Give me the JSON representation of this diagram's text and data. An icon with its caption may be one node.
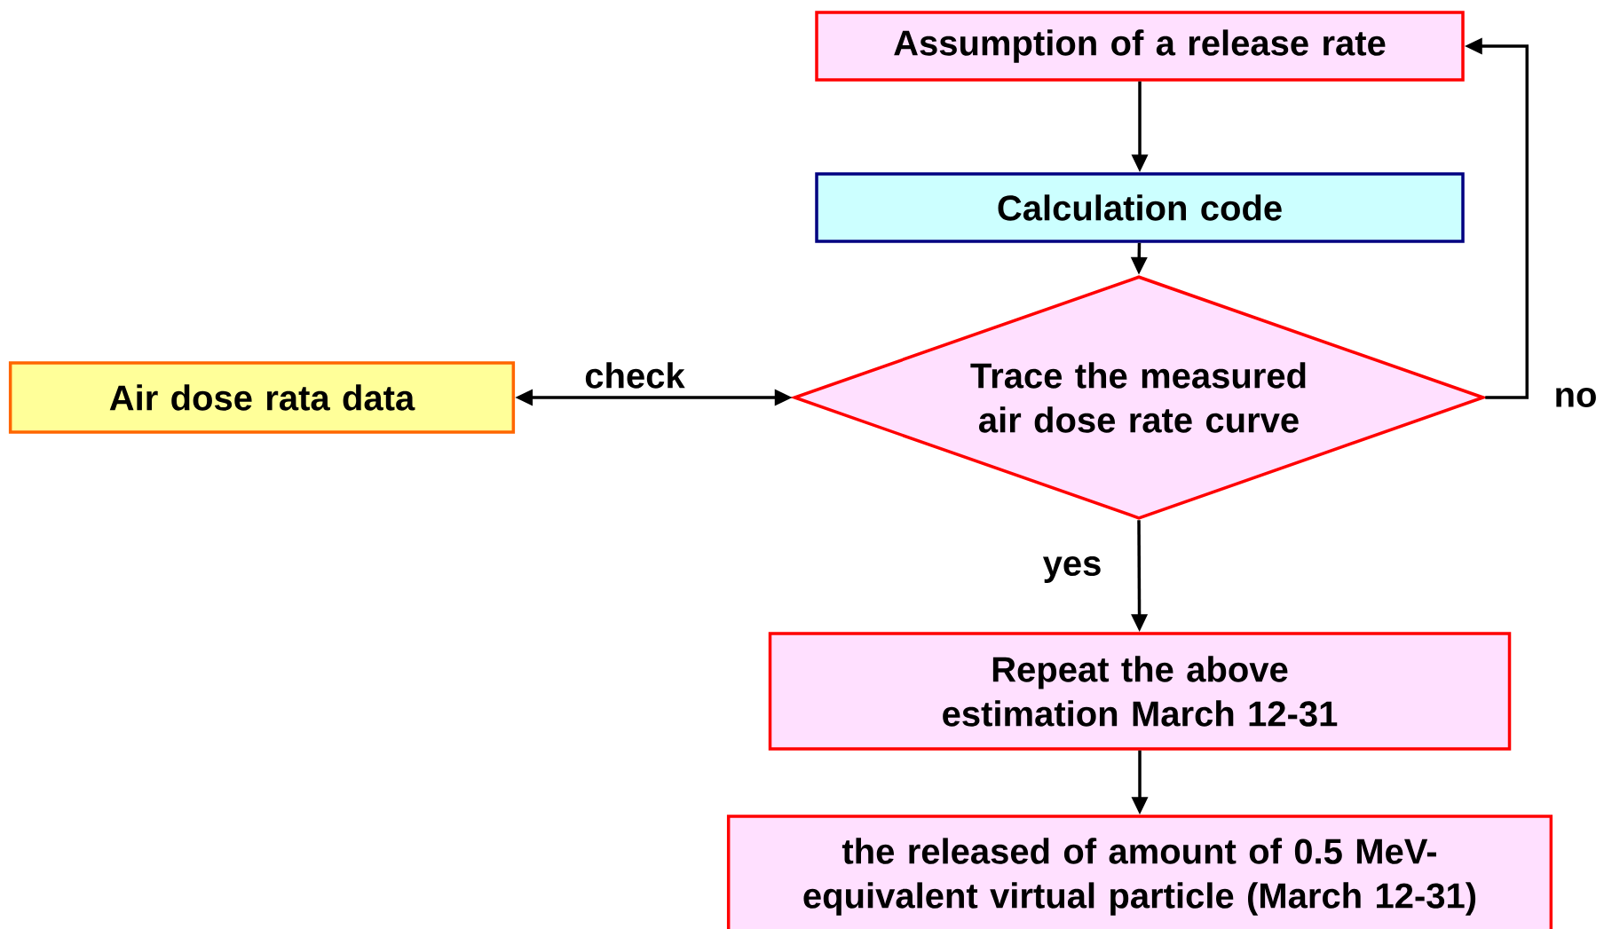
{
  "diagram": {
    "nodes": [
      {
        "text": [
          "Assumption of a release rate"
        ]
      },
      {
        "text": [
          "Calculation code"
        ]
      },
      {
        "text": [
          "Trace the measured air dose rate curve"
        ]
      },
      {
        "text": [
          "Air dose rata data"
        ]
      },
      {
        "text": [
          "Repeat the above estimation March 12-31"
        ]
      },
      {
        "text": [
          "the released of amount of 0.5 MeV- equivalent virtual particle (March 12-31)"
        ]
      }
    ],
    "edges": [
      {
        "from": 0,
        "to": 1,
        "arrow": "to"
      },
      {
        "from": 1,
        "to": 2,
        "arrow": "to"
      },
      {
        "from": 2,
        "to": 3,
        "arrow": "both",
        "label": "check"
      },
      {
        "from": 2,
        "to": 0,
        "arrow": "to",
        "label": "no"
      },
      {
        "from": 2,
        "to": 4,
        "arrow": "to",
        "label": "yes"
      },
      {
        "from": 4,
        "to": 5,
        "arrow": "to"
      }
    ]
  }
}
